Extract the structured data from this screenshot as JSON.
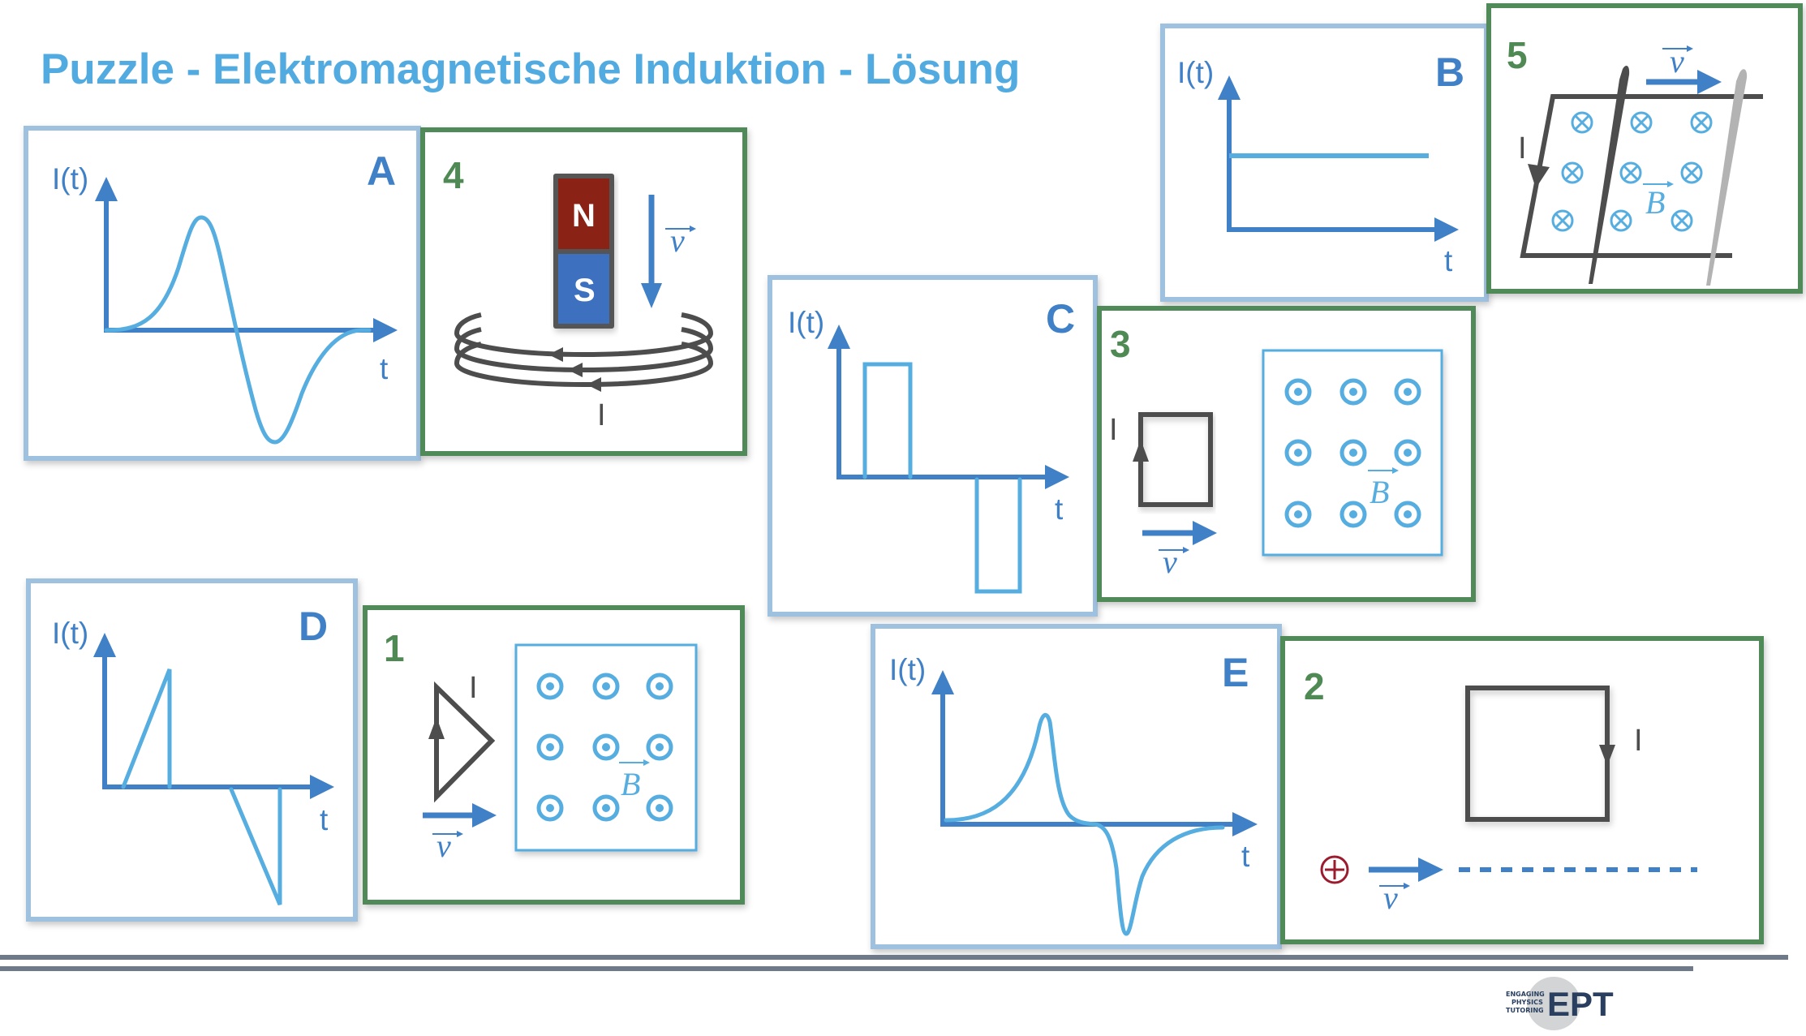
{
  "slide": {
    "title": "Puzzle - Elektromagnetische Induktion - Lösung"
  },
  "colors": {
    "title": "#52abe0",
    "graph_frame": "#9fc1e0",
    "scenario_frame": "#4f8a58",
    "axis": "#3f80c6",
    "curve": "#56ade0",
    "wire": "#4d4d4d",
    "magnet_north": "#8b2413",
    "magnet_south": "#3d6fbe",
    "charge": "#9b1c2e",
    "rule": "#6e7a8a"
  },
  "graphs": [
    {
      "id": "A",
      "letter": "A",
      "y_label": "I(t)",
      "x_label": "t",
      "shape": "smooth positive hump followed by a deeper negative hump (one full oscillation)",
      "matches_scenario": "4"
    },
    {
      "id": "B",
      "letter": "B",
      "y_label": "I(t)",
      "x_label": "t",
      "shape": "constant positive current",
      "matches_scenario": "5"
    },
    {
      "id": "C",
      "letter": "C",
      "y_label": "I(t)",
      "x_label": "t",
      "shape": "positive rectangular pulse then a larger negative rectangular pulse",
      "matches_scenario": "3"
    },
    {
      "id": "D",
      "letter": "D",
      "y_label": "I(t)",
      "x_label": "t",
      "shape": "rising positive sawtooth then falling negative sawtooth",
      "matches_scenario": "1"
    },
    {
      "id": "E",
      "letter": "E",
      "y_label": "I(t)",
      "x_label": "t",
      "shape": "sharp positive spike then sharp negative spike",
      "matches_scenario": "2"
    }
  ],
  "scenarios": [
    {
      "id": "4",
      "number": "4",
      "description": "bar magnet falling into a coil",
      "north_label": "N",
      "south_label": "S",
      "velocity_label": "v",
      "current_label": "I"
    },
    {
      "id": "5",
      "number": "5",
      "description": "sliding rod on rails in a magnetic field pointing into the page",
      "velocity_label": "v",
      "field_label": "B",
      "current_label": "I",
      "field_direction": "into page"
    },
    {
      "id": "3",
      "number": "3",
      "description": "rectangular loop moving into a field region",
      "velocity_label": "v",
      "field_label": "B",
      "current_label": "I",
      "field_direction": "out of page"
    },
    {
      "id": "1",
      "number": "1",
      "description": "triangular loop moving into a field region",
      "velocity_label": "v",
      "field_label": "B",
      "current_label": "I",
      "field_direction": "out of page"
    },
    {
      "id": "2",
      "number": "2",
      "description": "positive charge passing by a rectangular loop",
      "velocity_label": "v",
      "current_label": "I",
      "charge_symbol": "+"
    }
  ],
  "logo": {
    "line1": "ENGAGING",
    "line2": "PHYSICS",
    "line3": "TUTORING",
    "mark": "EPT"
  }
}
